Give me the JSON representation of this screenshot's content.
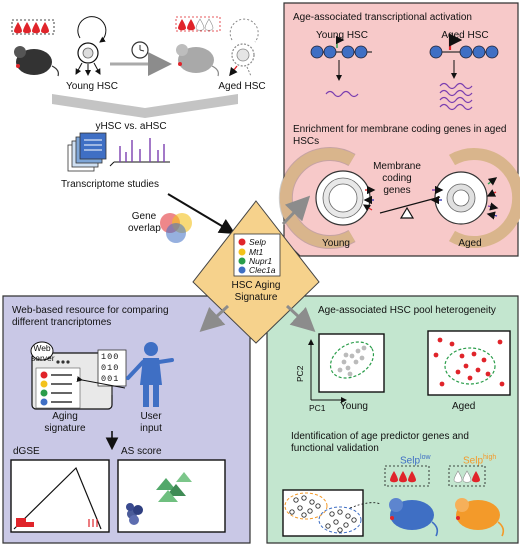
{
  "top_left": {
    "young_hsc": "Young HSC",
    "aged_hsc": "Aged HSC",
    "comparison": "yHSC vs. aHSC",
    "transcriptome": "Transcriptome studies",
    "gene_overlap": "Gene overlap"
  },
  "center": {
    "genes": [
      "Selp",
      "Mt1",
      "Nupr1",
      "Clec1a"
    ],
    "title": "HSC Aging Signature"
  },
  "panel_red": {
    "title": "Age-associated transcriptional activation",
    "young": "Young HSC",
    "aged": "Aged HSC",
    "subtitle": "Enrichment for membrane coding genes in aged HSCs",
    "membrane_label": "Membrane coding genes",
    "young_cell": "Young",
    "aged_cell": "Aged"
  },
  "panel_blue": {
    "title": "Web-based resource for comparing different trancriptomes",
    "web_server": "Web server",
    "binary": [
      "100",
      "010",
      "001"
    ],
    "aging_signature": "Aging signature",
    "user_input": "User input",
    "dgse": "dGSE",
    "as_score": "AS score"
  },
  "panel_green": {
    "title": "Age-associated HSC pool heterogeneity",
    "pc2": "PC2",
    "pc1": "PC1",
    "young": "Young",
    "aged": "Aged",
    "subtitle": "Identification of age predictor genes and functional validation",
    "selp_low_base": "Selp",
    "selp_low_sup": "low",
    "selp_high_base": "Selp",
    "selp_high_sup": "high"
  },
  "colors": {
    "red_panel": "#f7c9c9",
    "blue_panel": "#c9c8e6",
    "green_panel": "#c3e6cf",
    "center_diamond": "#f6d28c",
    "drop_red": "#e0242a",
    "cell_blue": "#3f6fc4",
    "mouse_orange": "#f39a2a",
    "arrow_gray": "#8c8c8c"
  }
}
